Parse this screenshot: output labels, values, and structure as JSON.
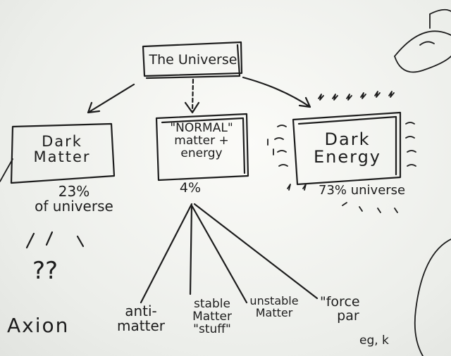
{
  "root": {
    "label": "The Universe"
  },
  "nodes": {
    "dark_matter": {
      "label": "Dark\nMatter",
      "share": "23%\nof universe"
    },
    "normal": {
      "label": "\"NORMAL\"\nmatter +\nenergy",
      "share": "4%"
    },
    "dark_energy": {
      "label": "Dark\nEnergy",
      "share": "73% universe"
    }
  },
  "unknown": "??",
  "axion": "Axion",
  "children": {
    "antimatter": "anti-\nmatter",
    "stable": "stable\nMatter\n\"stuff\"",
    "unstable": "unstable\nMatter",
    "force": "\"force\n    par",
    "eg": "eg, k"
  },
  "colors": {
    "ink": "#1d1d1d",
    "board": "#f1f2ee"
  }
}
